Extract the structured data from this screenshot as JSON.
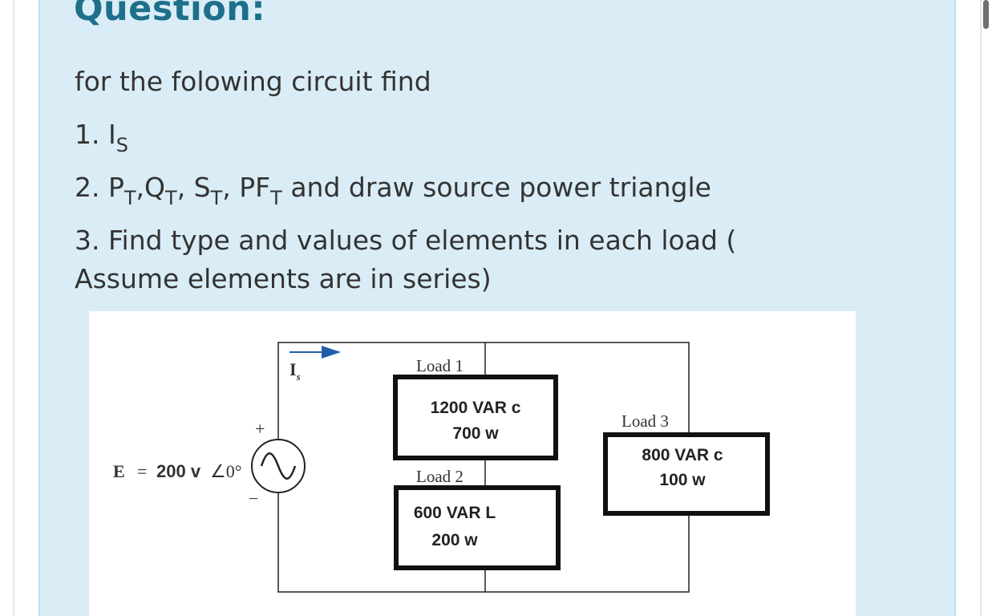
{
  "question": {
    "title": "Question:",
    "intro": "for the folowing circuit find",
    "item1": {
      "prefix": "1. I",
      "sub": "S"
    },
    "item2": {
      "prefix": "2. P",
      "pt_sub": "T",
      "q": ",Q",
      "qt_sub": "T",
      "s": ", S",
      "st_sub": "T",
      "pf": ", PF",
      "pft_sub": "T",
      "suffix": " and draw source power triangle"
    },
    "item3_line1": "3. Find type and values of elements in each load  (",
    "item3_line2": "Assume elements are in series)"
  },
  "circuit": {
    "source_label": "E",
    "source_eq": "=",
    "source_value": "200 v",
    "source_angle": "∠0°",
    "plus": "+",
    "minus": "−",
    "current_label": "I",
    "current_sub": "s",
    "load1": {
      "name": "Load 1",
      "q": "1200 VAR c",
      "p": "700 w"
    },
    "load2": {
      "name": "Load 2",
      "q": "600 VAR L",
      "p": "200 w"
    },
    "load3": {
      "name": "Load 3",
      "q": "800 VAR c",
      "p": "100 w"
    }
  },
  "colors": {
    "card": "#daedf7",
    "title": "#1f6f8b",
    "arrow": "#1f5fa8",
    "text": "#333333"
  }
}
